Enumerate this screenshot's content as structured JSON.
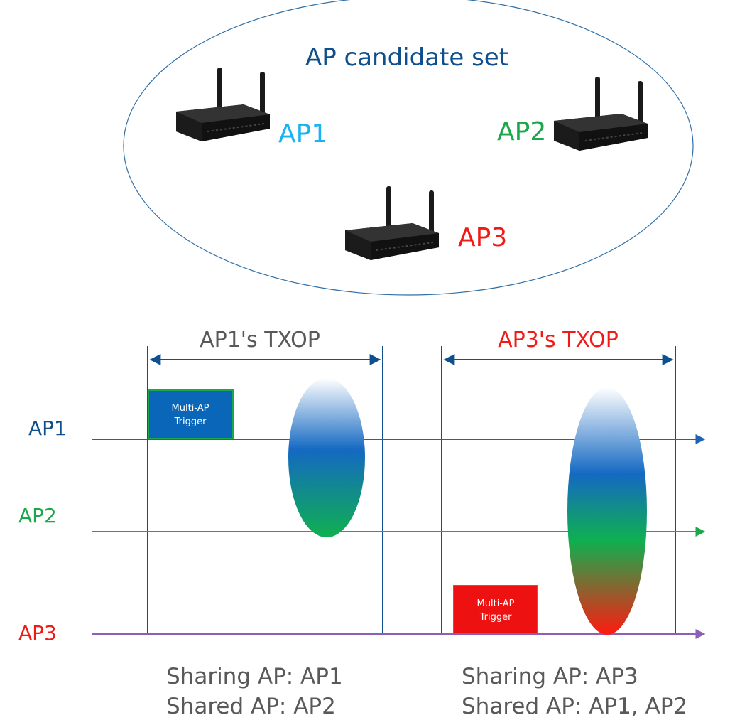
{
  "candidate_set": {
    "title": "AP candidate set",
    "aps": [
      {
        "label": "AP1",
        "color": "#19b4f0"
      },
      {
        "label": "AP2",
        "color": "#1aa84b"
      },
      {
        "label": "AP3",
        "color": "#f01b17"
      }
    ]
  },
  "timeline": {
    "txops": [
      {
        "label": "AP1's TXOP",
        "color": "#595959"
      },
      {
        "label": "AP3's TXOP",
        "color": "#f01b17"
      }
    ],
    "rows": [
      {
        "label": "AP1",
        "color": "#0e4f8c",
        "line_color": "#1f63b0"
      },
      {
        "label": "AP2",
        "color": "#1aa84b",
        "line_color": "#1aa84b"
      },
      {
        "label": "AP3",
        "color": "#f01b17",
        "line_color": "#8e5fb8"
      }
    ],
    "triggers": [
      {
        "text_line1": "Multi-AP",
        "text_line2": "Trigger",
        "fill": "#0a66b8"
      },
      {
        "text_line1": "Multi-AP",
        "text_line2": "Trigger",
        "fill": "#ee1111"
      }
    ]
  },
  "captions": {
    "left": {
      "line1": "Sharing AP: AP1",
      "line2": "Shared AP: AP2"
    },
    "right": {
      "line1": "Sharing AP: AP3",
      "line2": "Shared AP: AP1, AP2"
    }
  },
  "icons": [
    "router-icon"
  ]
}
